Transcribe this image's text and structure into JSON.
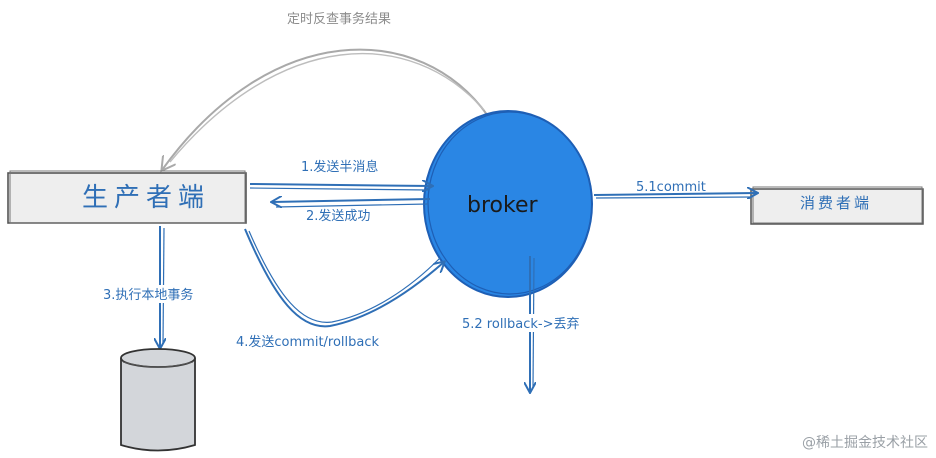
{
  "diagram": {
    "producer": {
      "label": "生产者端"
    },
    "broker": {
      "label": "broker"
    },
    "consumer": {
      "label": "消费者端"
    },
    "edges": {
      "check_back": "定时反查事务结果",
      "send_half": "1.发送半消息",
      "send_ok": "2.发送成功",
      "local_tx": "3.执行本地事务",
      "send_commit": "4.发送commit/rollback",
      "commit": "5.1commit",
      "rollback": "5.2 rollback->丢弃"
    },
    "colors": {
      "blue": "#2f6fb6",
      "broker_fill": "#2a86e4",
      "broker_stroke": "#1e5fb5",
      "box_fill": "#eeeeee",
      "cylinder_fill": "#d3d6da",
      "gray_arrow": "#a9a9a9"
    }
  },
  "watermark": "@稀土掘金技术社区"
}
